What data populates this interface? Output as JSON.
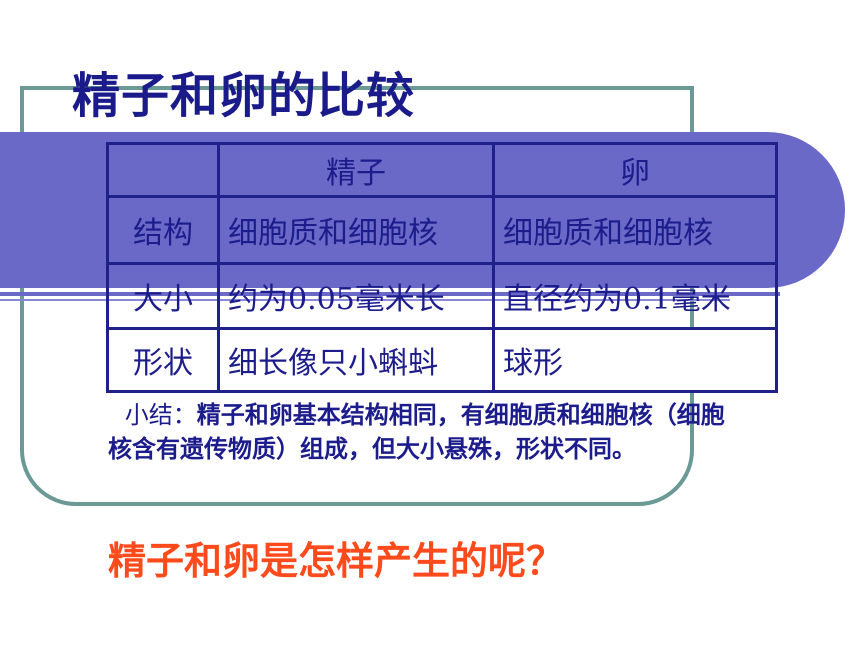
{
  "slide": {
    "title": "精子和卵的比较",
    "table": {
      "headers": [
        "",
        "精子",
        "卵"
      ],
      "rows": [
        [
          "结构",
          "细胞质和细胞核",
          "细胞质和细胞核"
        ],
        [
          "大小",
          "约为0.05毫米长",
          "直径约为0.1毫米"
        ],
        [
          "形状",
          "细长像只小蝌蚪",
          "球形"
        ]
      ]
    },
    "summary_lead": "小结：",
    "summary_text": "精子和卵基本结构相同，有细胞质和细胞核（细胞核含有遗传物质）组成，但大小悬殊，形状不同。",
    "question": "精子和卵是怎样产生的呢？"
  },
  "colors": {
    "band": "#6a69c8",
    "frame": "#6b9a96",
    "title": "#1a1a8a",
    "question": "#ff4a1c"
  }
}
